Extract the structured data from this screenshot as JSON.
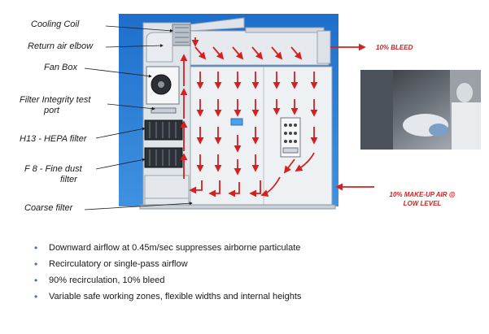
{
  "labels": {
    "cooling_coil": "Cooling Coil",
    "return_air_elbow": "Return air elbow",
    "fan_box": "Fan Box",
    "filter_integrity_line1": "Filter Integrity test",
    "filter_integrity_line2": "port",
    "h13_hepa": "H13 - HEPA filter",
    "f8_line1": "F 8 - Fine dust",
    "f8_line2": "filter",
    "coarse_filter": "Coarse filter"
  },
  "notes": {
    "bleed": "10% BLEED",
    "makeup_line1": "10% MAKE-UP AIR @",
    "makeup_line2": "LOW LEVEL"
  },
  "bullets": [
    "Downward airflow at  0.45m/sec suppresses airborne particulate",
    "Recirculatory or single-pass airflow",
    "90% recirculation, 10% bleed",
    "Variable safe working zones, flexible widths and internal heights"
  ],
  "colors": {
    "background_blue": "#2a7bd4",
    "arrow_red": "#d42020",
    "bullet_blue": "#3b6fbf",
    "booth_grey": "#e9edf1"
  }
}
